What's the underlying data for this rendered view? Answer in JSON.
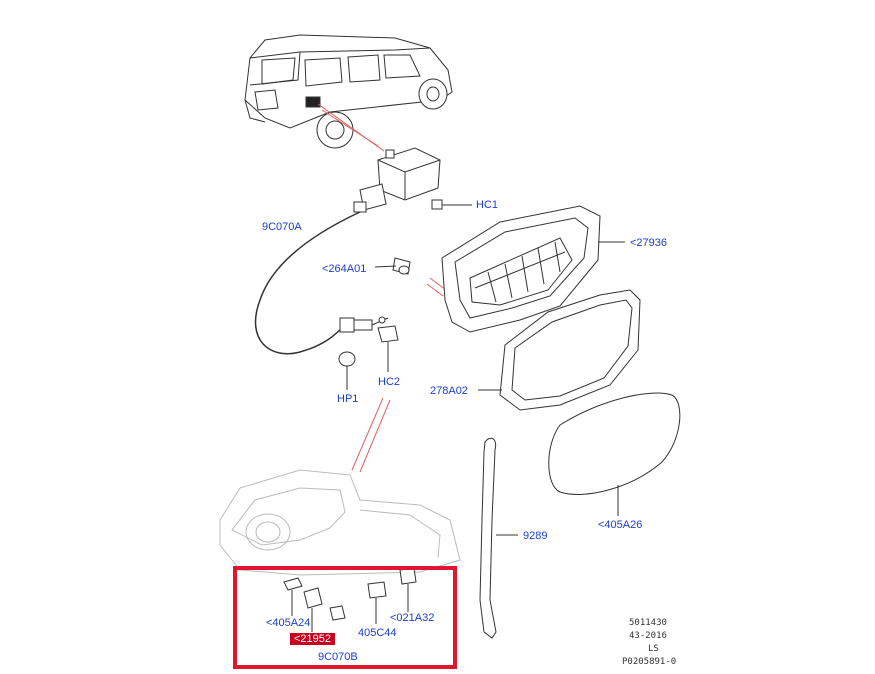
{
  "callouts": {
    "hc1": "HC1",
    "c9070a": "9C070A",
    "c27936": "<27936",
    "c264a01": "<264A01",
    "hp1": "HP1",
    "hc2": "HC2",
    "c278a02": "278A02",
    "c9289": "9289",
    "c405a26": "<405A26",
    "c405a24": "<405A24",
    "c21952": "<21952",
    "c021a32": "<021A32",
    "c405c44": "405C44",
    "c9c070b": "9C070B"
  },
  "reference": {
    "line1": "5011430",
    "line2": "43-2016",
    "line3": "LS",
    "line4": "P0205891-0"
  },
  "colors": {
    "callout_text": "#1a3fd0",
    "highlight_fill": "#c8001e",
    "selection_border": "#e0162e",
    "leader_lines": "#e06060"
  }
}
